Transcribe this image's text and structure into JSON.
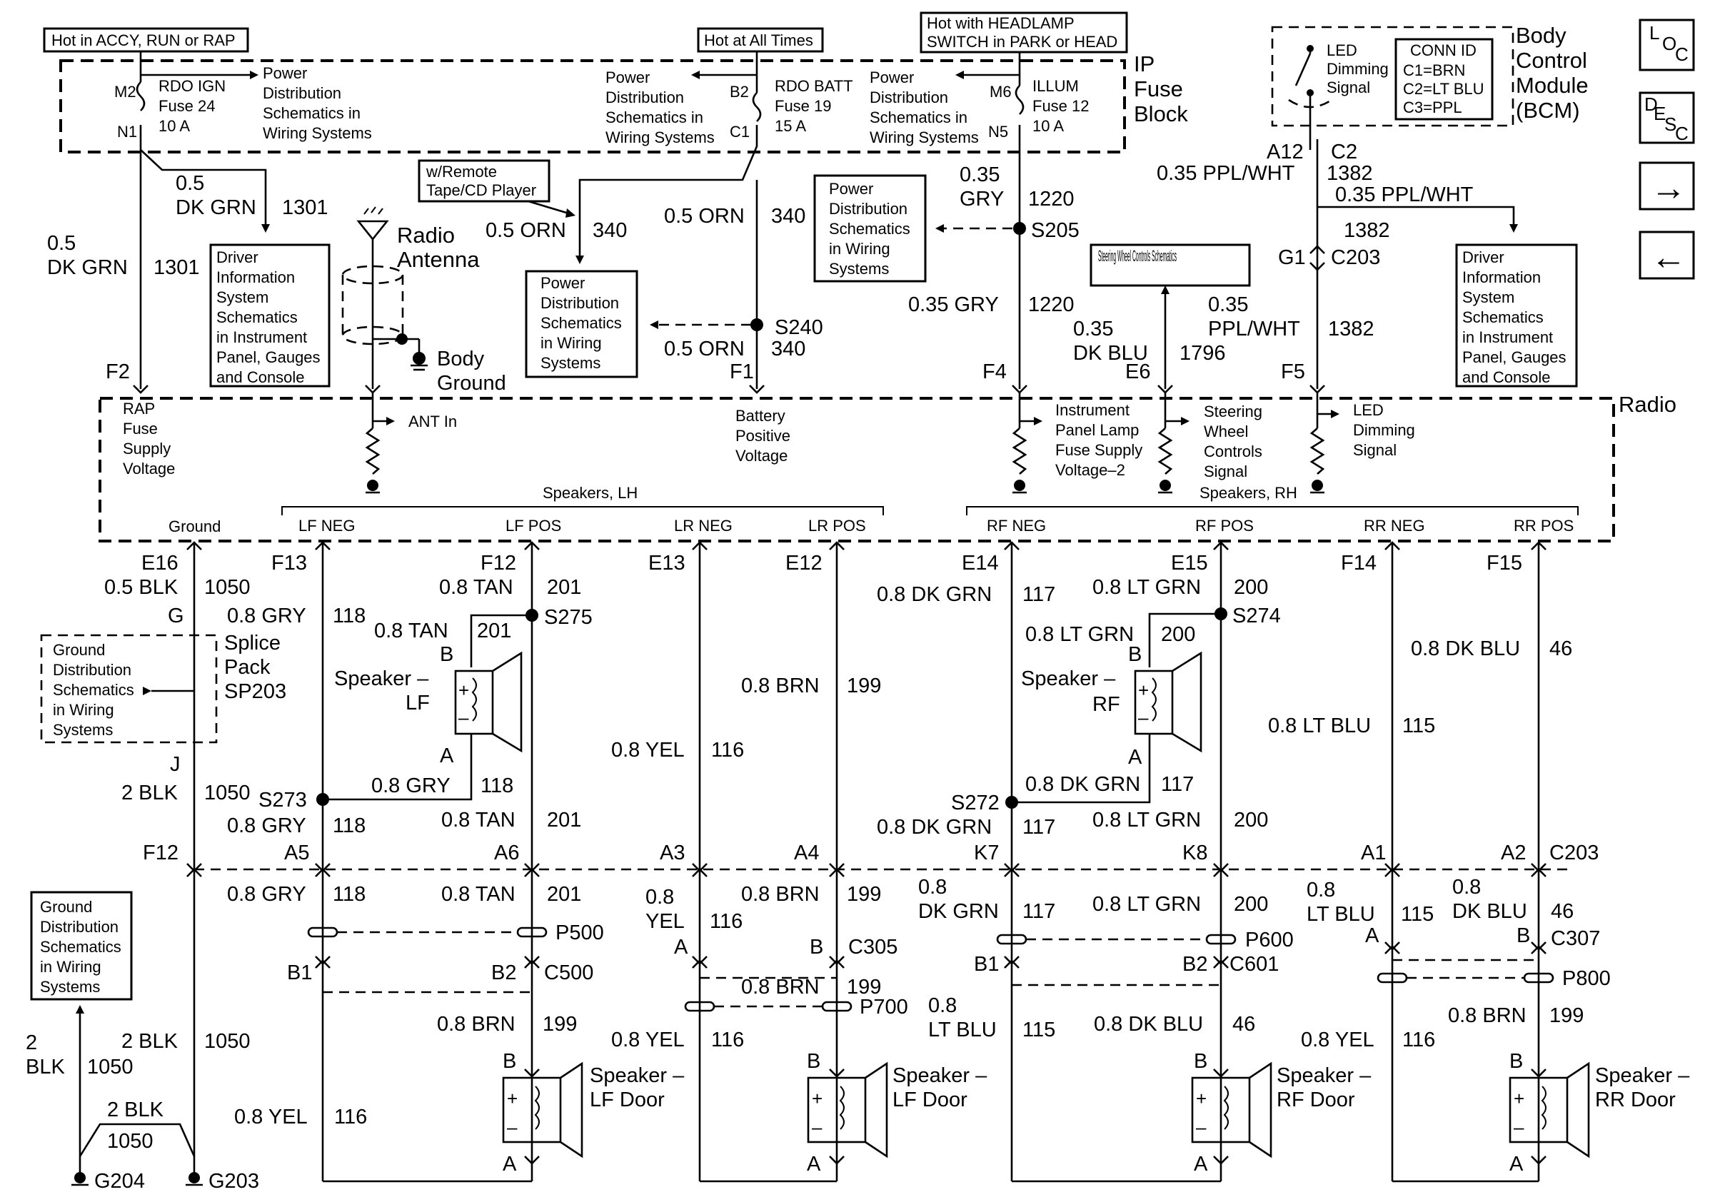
{
  "hot_labels": {
    "accy_run_rap": "Hot in ACCY, RUN or RAP",
    "all_times": "Hot at All Times",
    "headlamp_l1": "Hot with HEADLAMP",
    "headlamp_l2": "SWITCH in PARK or HEAD"
  },
  "ip_fuse_block": {
    "title": [
      "IP",
      "Fuse",
      "Block"
    ],
    "fuses": [
      {
        "in_pin": "M2",
        "out_pin": "N1",
        "name": "RDO IGN",
        "fuse": "Fuse 24",
        "amps": "10 A"
      },
      {
        "in_pin": "B2",
        "out_pin": "C1",
        "name": "RDO BATT",
        "fuse": "Fuse 19",
        "amps": "15 A"
      },
      {
        "in_pin": "M6",
        "out_pin": "N5",
        "name": "ILLUM",
        "fuse": "Fuse 12",
        "amps": "10 A"
      }
    ]
  },
  "refs": {
    "pdist_a": [
      "Power",
      "Distribution",
      "Schematics in",
      "Wiring Systems"
    ],
    "pdist_b": [
      "Power",
      "Distribution",
      "Schematics in",
      "Wiring Systems"
    ],
    "pdist_c": [
      "Power",
      "Distribution",
      "Schematics in",
      "Wiring Systems"
    ],
    "pdist_d": [
      "Power",
      "Distribution",
      "Schematics",
      "in Wiring",
      "Systems"
    ],
    "pdist_e": [
      "Power",
      "Distribution",
      "Schematics",
      "in Wiring",
      "Systems"
    ],
    "dis_left": [
      "Driver",
      "Information",
      "System",
      "Schematics",
      "in Instrument",
      "Panel, Gauges",
      "and Console"
    ],
    "dis_right": [
      "Driver",
      "Information",
      "System",
      "Schematics",
      "in Instrument",
      "Panel, Gauges",
      "and Console"
    ],
    "remote": [
      "w/Remote",
      "Tape/CD Player"
    ],
    "swc": "Steering Wheel Controls Schematics",
    "ground_dist_splice": [
      "Ground",
      "Distribution",
      "Schematics",
      "in Wiring",
      "Systems"
    ],
    "ground_dist_bottom": [
      "Ground",
      "Distribution",
      "Schematics",
      "in Wiring",
      "Systems"
    ]
  },
  "bcm": {
    "title": [
      "Body",
      "Control",
      "Module",
      "(BCM)"
    ],
    "led_label": [
      "LED",
      "Dimming",
      "Signal"
    ],
    "conn_id": [
      "CONN ID",
      "C1=BRN",
      "C2=LT BLU",
      "C3=PPL"
    ],
    "pin_a12": "A12",
    "pin_c2": "C2"
  },
  "nav": {
    "loc": [
      "L",
      "O",
      "C"
    ],
    "desc": [
      "D",
      "E",
      "S",
      "C"
    ],
    "next": "→",
    "prev": "←"
  },
  "radio": {
    "title": "Radio",
    "rap": [
      "RAP",
      "Fuse",
      "Supply",
      "Voltage"
    ],
    "ant_in": "ANT In",
    "batt": [
      "Battery",
      "Positive",
      "Voltage"
    ],
    "ip_lamp": [
      "Instrument",
      "Panel Lamp",
      "Fuse Supply",
      "Voltage–2"
    ],
    "swc_sig": [
      "Steering",
      "Wheel",
      "Controls",
      "Signal"
    ],
    "led_sig": [
      "LED",
      "Dimming",
      "Signal"
    ],
    "spk_lh": "Speakers, LH",
    "spk_rh": "Speakers, RH",
    "ground": "Ground",
    "pins": [
      "LF NEG",
      "LF POS",
      "LR NEG",
      "LR POS",
      "RF NEG",
      "RF POS",
      "RR NEG",
      "RR POS"
    ],
    "top_pins": [
      "F2",
      "F1",
      "F4",
      "E6",
      "F5"
    ]
  },
  "antenna": {
    "line1": "Radio",
    "line2": "Antenna",
    "gnd1": "Body",
    "gnd2": "Ground"
  },
  "wires": {
    "w1301a_g": "0.5",
    "w1301a_c": "DK GRN",
    "w1301a_n": "1301",
    "w340a": "0.5 ORN",
    "w340a_n": "340",
    "w340b": "0.5 ORN",
    "w340b_n": "340",
    "w340c": "0.5 ORN",
    "w340c_n": "340",
    "s240": "S240",
    "w1220a_g": "0.35",
    "w1220a_c": "GRY",
    "w1220a_n": "1220",
    "s205": "S205",
    "w1220b": "0.35 GRY",
    "w1220b_n": "1220",
    "w1796_g": "0.35",
    "w1796_c": "DK BLU",
    "w1796_n": "1796",
    "w1382a": "0.35 PPL/WHT",
    "w1382a_n": "1382",
    "w1382b": "0.35 PPL/WHT",
    "w1382c_n": "1382",
    "g1": "G1",
    "c203_top": "C203",
    "w1382d_g": "0.35",
    "w1382d_c": "PPL/WHT",
    "w1382d_n": "1382"
  },
  "lower": {
    "e16": "E16",
    "blk05": "0.5 BLK",
    "n1050a": "1050",
    "g": "G",
    "splice": [
      "Splice",
      "Pack",
      "SP203"
    ],
    "j": "J",
    "blk2a": "2 BLK",
    "n1050b": "1050",
    "f12l": "F12",
    "blk2b": "2 BLK",
    "n1050c": "1050",
    "blk2c_g": "2",
    "blk2c_c": "BLK",
    "n1050d": "1050",
    "blk2d": "2 BLK",
    "n1050e": "1050",
    "g204": "G204",
    "g203": "G203",
    "lf_neg_pin": "F13",
    "lf_pos_pin": "F12",
    "lr_neg_pin": "E13",
    "lr_pos_pin": "E12",
    "rf_neg_pin": "E14",
    "rf_pos_pin": "E15",
    "rr_neg_pin": "F14",
    "rr_pos_pin": "F15",
    "gry118": "0.8 GRY",
    "n118": "118",
    "tan201": "0.8 TAN",
    "n201": "201",
    "s275": "S275",
    "s273": "S273",
    "s272": "S272",
    "s274": "S274",
    "spk_lf": [
      "Speaker –",
      "LF"
    ],
    "spk_rf": [
      "Speaker –",
      "RF"
    ],
    "dkgrn117": "0.8 DK GRN",
    "n117": "117",
    "ltgrn200": "0.8 LT GRN",
    "n200": "200",
    "dkgrn_g": "0.8",
    "dkgrn_c": "DK GRN",
    "ltblu_g": "0.8",
    "ltblu_c": "LT BLU",
    "yel_g": "0.8",
    "yel_c": "YEL",
    "dkblu_g": "0.8",
    "dkblu_c": "DK BLU",
    "brn199": "0.8 BRN",
    "n199": "199",
    "yel116": "0.8 YEL",
    "n116": "116",
    "ltblu115": "0.8 LT BLU",
    "n115": "115",
    "dkblu46": "0.8 DK BLU",
    "n46": "46",
    "c203_pins": [
      "A5",
      "A6",
      "A3",
      "A4",
      "K7",
      "K8",
      "A1",
      "A2"
    ],
    "c203": "C203",
    "p500": "P500",
    "c500": "C500",
    "b1": "B1",
    "b2": "B2",
    "p700": "P700",
    "c305": "C305",
    "pa": "A",
    "pb": "B",
    "p600": "P600",
    "c601": "C601",
    "p800": "P800",
    "c307": "C307",
    "spk_lfd": [
      "Speaker –",
      "LF Door"
    ],
    "spk_lrd": [
      "Speaker –",
      "LF Door"
    ],
    "spk_rfd": [
      "Speaker –",
      "RF Door"
    ],
    "spk_rrd": [
      "Speaker –",
      "RR Door"
    ]
  }
}
